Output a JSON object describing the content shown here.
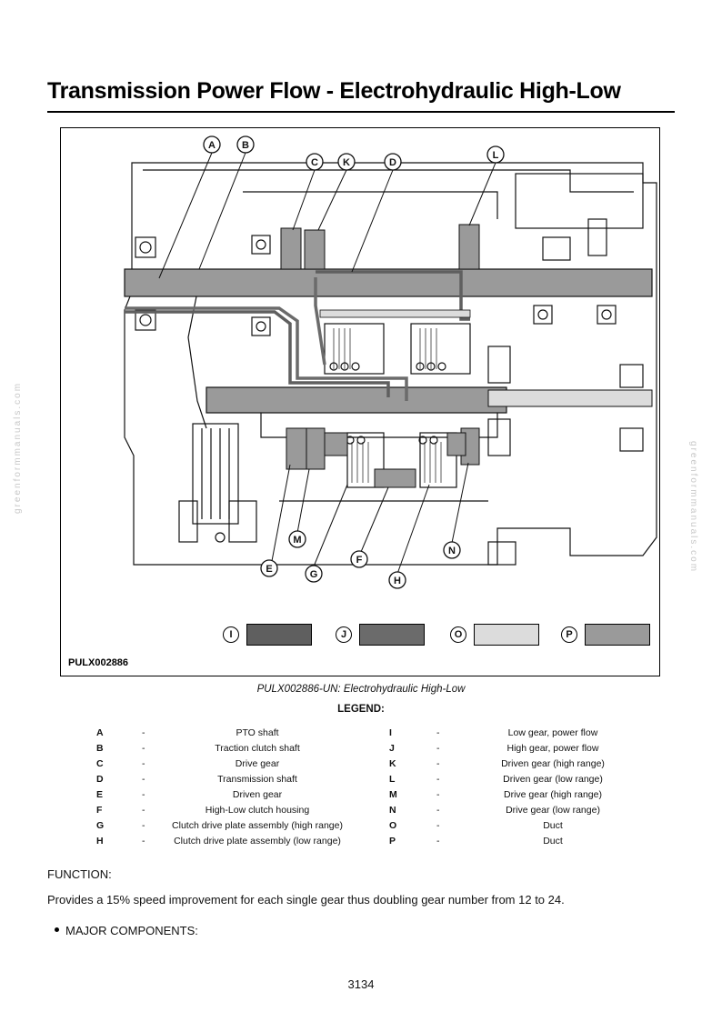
{
  "title": "Transmission Power Flow - Electrohydraulic High-Low",
  "figure": {
    "code": "PULX002886",
    "callouts": [
      "A",
      "B",
      "C",
      "K",
      "D",
      "L",
      "E",
      "M",
      "G",
      "F",
      "H",
      "N"
    ],
    "swatches": [
      {
        "letter": "I",
        "color": "#5f5f5f"
      },
      {
        "letter": "J",
        "color": "#6b6b6b"
      },
      {
        "letter": "O",
        "color": "#dcdcdc"
      },
      {
        "letter": "P",
        "color": "#9a9a9a"
      }
    ]
  },
  "caption": "PULX002886-UN: Electrohydraulic High-Low",
  "legend_heading": "LEGEND:",
  "legend": [
    {
      "l1": "A",
      "d1": "PTO shaft",
      "l2": "I",
      "d2": "Low gear, power flow"
    },
    {
      "l1": "B",
      "d1": "Traction clutch shaft",
      "l2": "J",
      "d2": "High gear, power flow"
    },
    {
      "l1": "C",
      "d1": "Drive gear",
      "l2": "K",
      "d2": "Driven gear (high range)"
    },
    {
      "l1": "D",
      "d1": "Transmission shaft",
      "l2": "L",
      "d2": "Driven gear (low range)"
    },
    {
      "l1": "E",
      "d1": "Driven gear",
      "l2": "M",
      "d2": "Drive gear (high range)"
    },
    {
      "l1": "F",
      "d1": "High-Low clutch housing",
      "l2": "N",
      "d2": "Drive gear (low range)"
    },
    {
      "l1": "G",
      "d1": "Clutch drive plate assembly (high range)",
      "l2": "O",
      "d2": "Duct"
    },
    {
      "l1": "H",
      "d1": "Clutch drive plate assembly (low range)",
      "l2": "P",
      "d2": "Duct"
    }
  ],
  "dash": "-",
  "function_label": "FUNCTION:",
  "function_text": "Provides a 15% speed improvement for each single gear thus doubling gear number from 12 to 24.",
  "major_components": "MAJOR COMPONENTS:",
  "page_number": "3134",
  "watermark": "greenformmanuals.com"
}
